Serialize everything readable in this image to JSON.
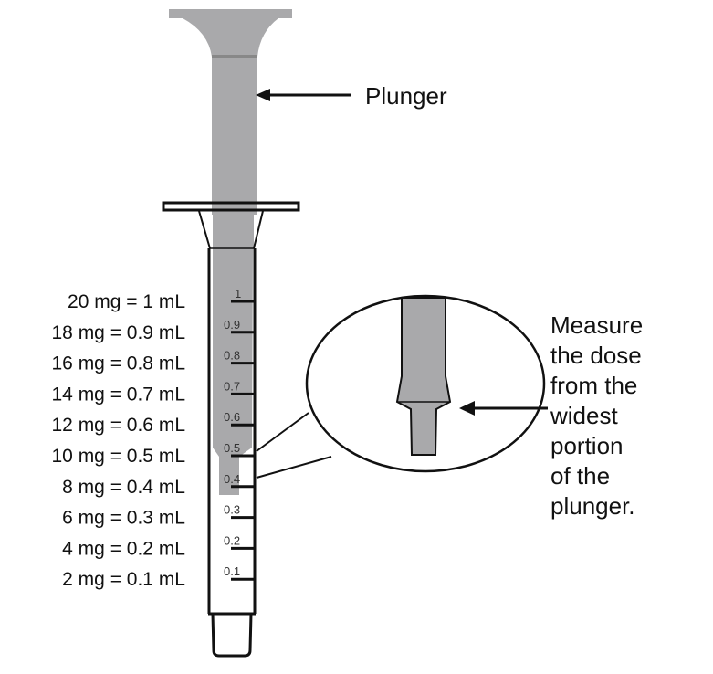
{
  "labels": {
    "plunger": "Plunger",
    "instruction_lines": [
      "Measure",
      "the dose",
      "from the",
      "widest",
      "portion",
      "of the",
      "plunger."
    ]
  },
  "dose_labels": [
    "20 mg = 1 mL",
    "18 mg = 0.9 mL",
    "16 mg = 0.8 mL",
    "14 mg = 0.7 mL",
    "12 mg = 0.6 mL",
    "10 mg = 0.5 mL",
    "8 mg = 0.4 mL",
    "6 mg = 0.3 mL",
    "4 mg = 0.2 mL",
    "2 mg = 0.1 mL"
  ],
  "scale_marks": [
    "1",
    "0.9",
    "0.8",
    "0.7",
    "0.6",
    "0.5",
    "0.4",
    "0.3",
    "0.2",
    "0.1"
  ],
  "plunger_level_ml": 0.5,
  "colors": {
    "plunger": "#a9a9ab",
    "line": "#111111"
  }
}
